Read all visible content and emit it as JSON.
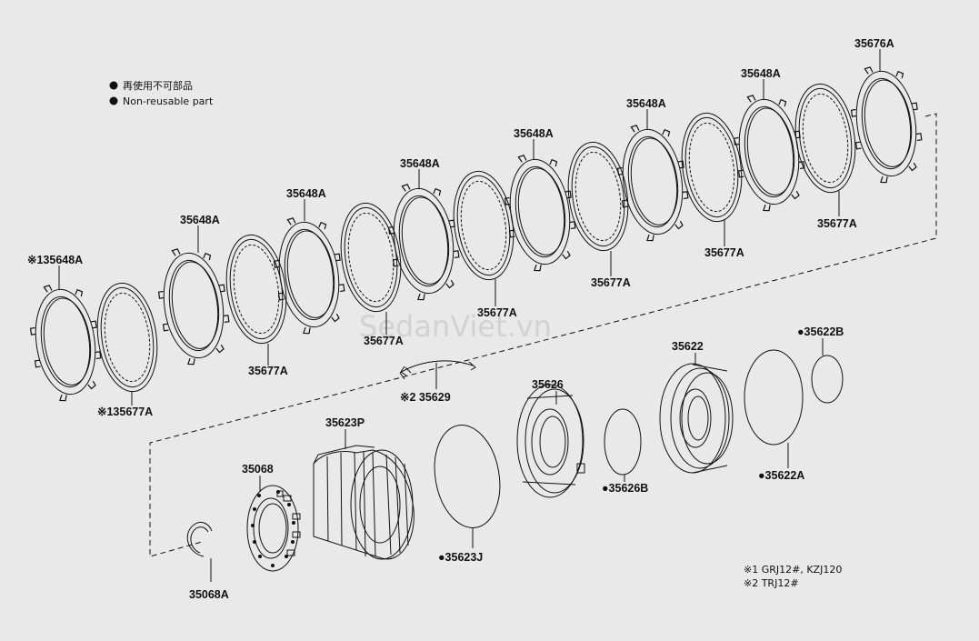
{
  "legend": {
    "jp": "再使用不可部品",
    "en": "Non-reusable part"
  },
  "watermark": "SedanViet.vn",
  "footnotes": {
    "n1": "※1 GRJ12#, KZJ120",
    "n2": "※2 TRJ12#"
  },
  "labels": {
    "p35676A": "35676A",
    "p35648A_1": "35648A",
    "p35648A_2": "35648A",
    "p35648A_3": "35648A",
    "p35648A_4": "35648A",
    "p35648A_5": "35648A",
    "p35648A_6": "35648A",
    "p35648A_7": "※135648A",
    "p35677A_1": "35677A",
    "p35677A_2": "35677A",
    "p35677A_3": "35677A",
    "p35677A_4": "35677A",
    "p35677A_5": "35677A",
    "p35677A_6": "35677A",
    "p35677A_7": "※135677A",
    "p35629": "※2 35629",
    "p35622": "35622",
    "p35622B": "●35622B",
    "p35622A": "●35622A",
    "p35626": "35626",
    "p35626B": "●35626B",
    "p35623P": "35623P",
    "p35623J": "●35623J",
    "p35068": "35068",
    "p35068A": "35068A"
  },
  "colors": {
    "background": "#e9e9e9",
    "line": "#111111",
    "watermark": "#d2d2d2"
  }
}
